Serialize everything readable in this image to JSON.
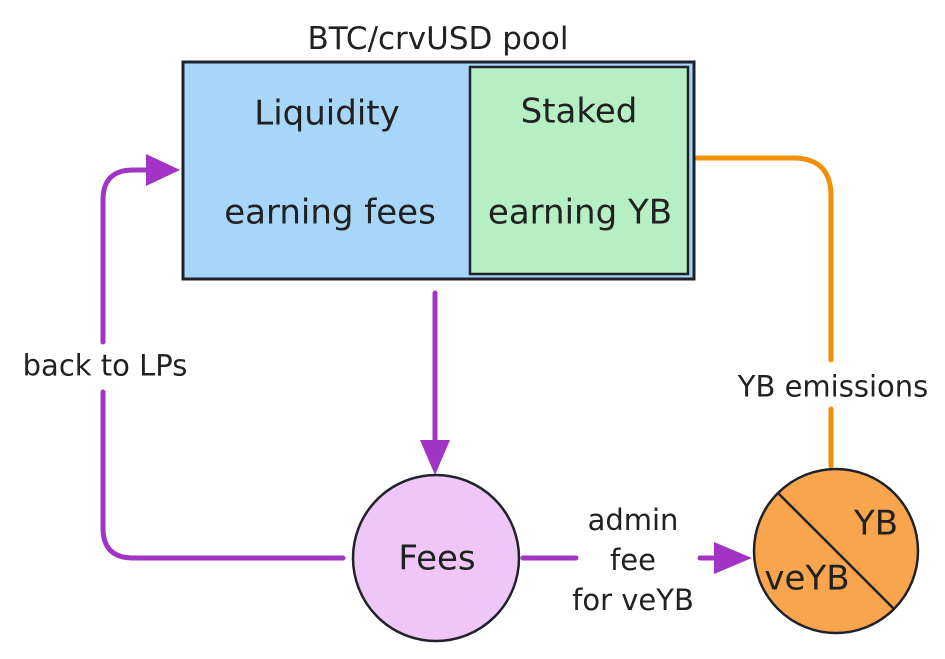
{
  "diagram": {
    "title": "BTC/crvUSD pool",
    "pool": {
      "liquidity": "Liquidity",
      "liquidity_sub": "earning fees",
      "staked": "Staked",
      "staked_sub": "earning YB"
    },
    "nodes": {
      "fees": "Fees",
      "yb": "YB",
      "veyb": "veYB"
    },
    "edge_labels": {
      "back_to_lps": "back to LPs",
      "admin_fee": "admin\nfee\nfor veYB",
      "yb_emissions": "YB emissions"
    }
  },
  "colors": {
    "background": "#ffffff",
    "pool_fill": "#a7d6f8",
    "staked_fill": "#b6efc3",
    "fees_fill": "#efc6f8",
    "yb_fill": "#f8a54e",
    "purple": "#a234c4",
    "orange": "#f29109",
    "stroke": "#20222b",
    "text": "#212121"
  }
}
